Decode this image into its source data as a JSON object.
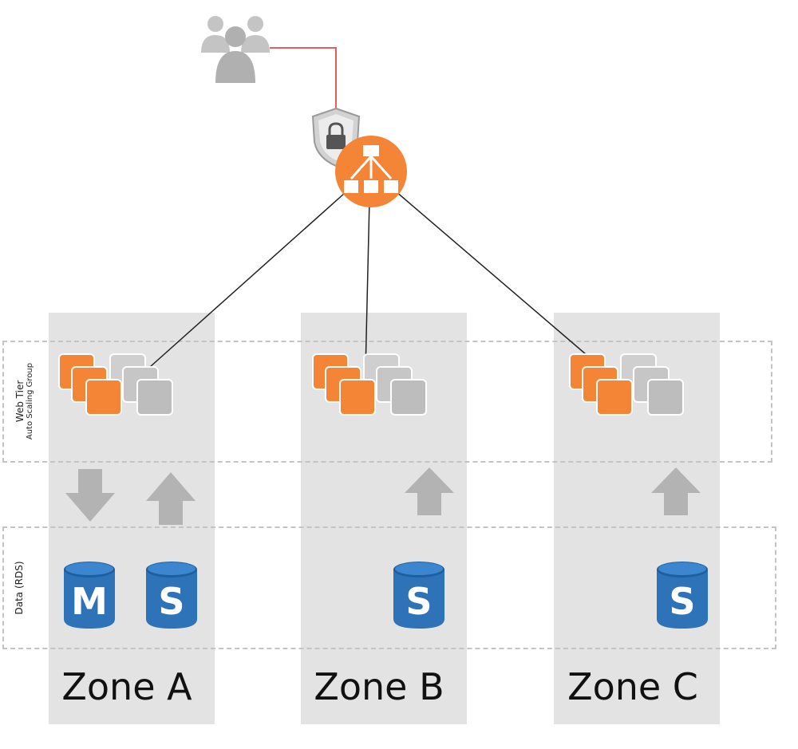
{
  "tiers": {
    "web": {
      "label": "Web Tier",
      "sublabel": "Auto Scaling Group"
    },
    "data": {
      "label": "Data (RDS)"
    }
  },
  "zones": [
    {
      "label": "Zone A"
    },
    {
      "label": "Zone B"
    },
    {
      "label": "Zone C"
    }
  ],
  "databases": [
    {
      "letter": "M",
      "role": "master",
      "zone": "Zone A"
    },
    {
      "letter": "S",
      "role": "standby",
      "zone": "Zone A"
    },
    {
      "letter": "S",
      "role": "standby",
      "zone": "Zone B"
    },
    {
      "letter": "S",
      "role": "standby",
      "zone": "Zone C"
    }
  ],
  "icons": {
    "users": "users-icon",
    "security": "shield-lock-icon",
    "load_balancer": "load-balancer-icon",
    "instances": "ec2-instance-icon",
    "database": "database-icon",
    "arrow": "arrow-icon"
  },
  "colors": {
    "aws_orange": "#f58536",
    "instance_gray": "#bdbdbd",
    "db_blue": "#2e73b8",
    "zone_bg": "#e3e3e3",
    "user_link": "#e06060"
  }
}
